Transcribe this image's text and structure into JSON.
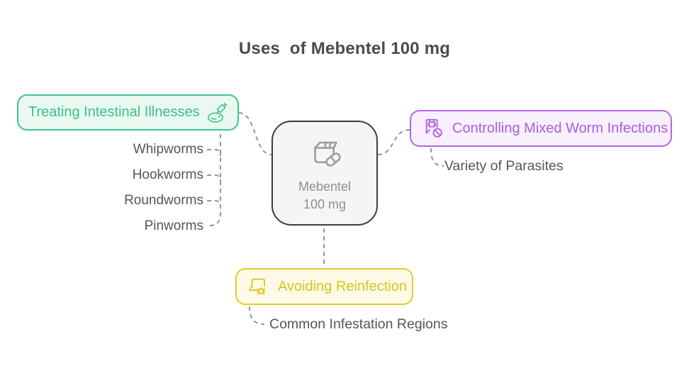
{
  "title": "Uses  of Mebentel 100 mg",
  "colors": {
    "green_accent": "#3dc78c",
    "green_bg": "#e9f9f1",
    "purple_accent": "#ad5ce2",
    "purple_border": "#b666e2",
    "purple_bg": "#f9f0fe",
    "yellow_accent": "#d9c41c",
    "yellow_border": "#e0cd2b",
    "yellow_bg": "#fdfbe7",
    "node_border": "#3d3d3d",
    "node_bg": "#f5f5f5",
    "node_text": "#8f8f8f",
    "connector": "#969696",
    "body_text": "#55565a",
    "title_text": "#4b4b4b"
  },
  "center_node": {
    "label_line1": "Mebentel",
    "label_line2": "100 mg",
    "icon": "pill-package-icon"
  },
  "branches": {
    "treating": {
      "label": "Treating Intestinal Illnesses",
      "icon": "syringe-dish-icon",
      "children": [
        "Whipworms",
        "Hookworms",
        "Roundworms",
        "Pinworms"
      ]
    },
    "controlling": {
      "label": "Controlling Mixed Worm Infections",
      "icon": "bug-document-icon",
      "children": [
        "Variety of Parasites"
      ]
    },
    "avoiding": {
      "label": "Avoiding Reinfection",
      "icon": "laptop-bug-icon",
      "children": [
        "Common Infestation Regions"
      ]
    }
  }
}
